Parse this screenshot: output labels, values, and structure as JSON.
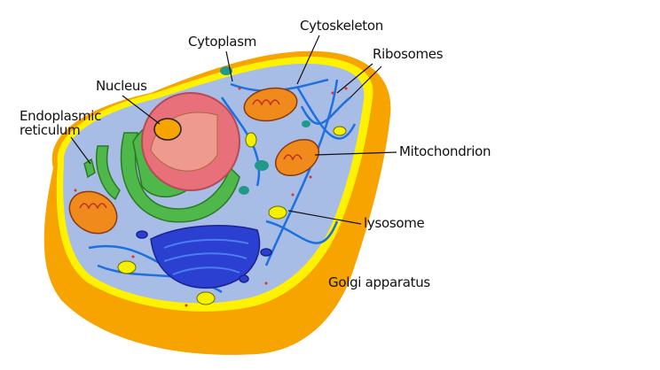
{
  "labels": {
    "cytoplasm": "Cytoplasm",
    "cytoskeleton": "Cytoskeleton",
    "ribosomes": "Ribosomes",
    "nucleus": "Nucleus",
    "er_line1": "Endoplasmic",
    "er_line2": "reticulum",
    "mitochondrion": "Mitochondrion",
    "lysosome": "lysosome",
    "golgi": "Golgi apparatus"
  },
  "colors": {
    "membrane_outer": "#f7a300",
    "membrane_rim": "#fff200",
    "cytoplasm": "#a7bde6",
    "cytoskeleton": "#1e6fe0",
    "nucleus": "#e8707a",
    "nucleolus": "#f7a300",
    "er": "#4fb84a",
    "golgi": "#2b3fd0",
    "mitochondrion": "#f08a1c",
    "lysosome": "#f4f000",
    "vesicle": "#1f9a8a",
    "ribosome": "#e03030"
  }
}
